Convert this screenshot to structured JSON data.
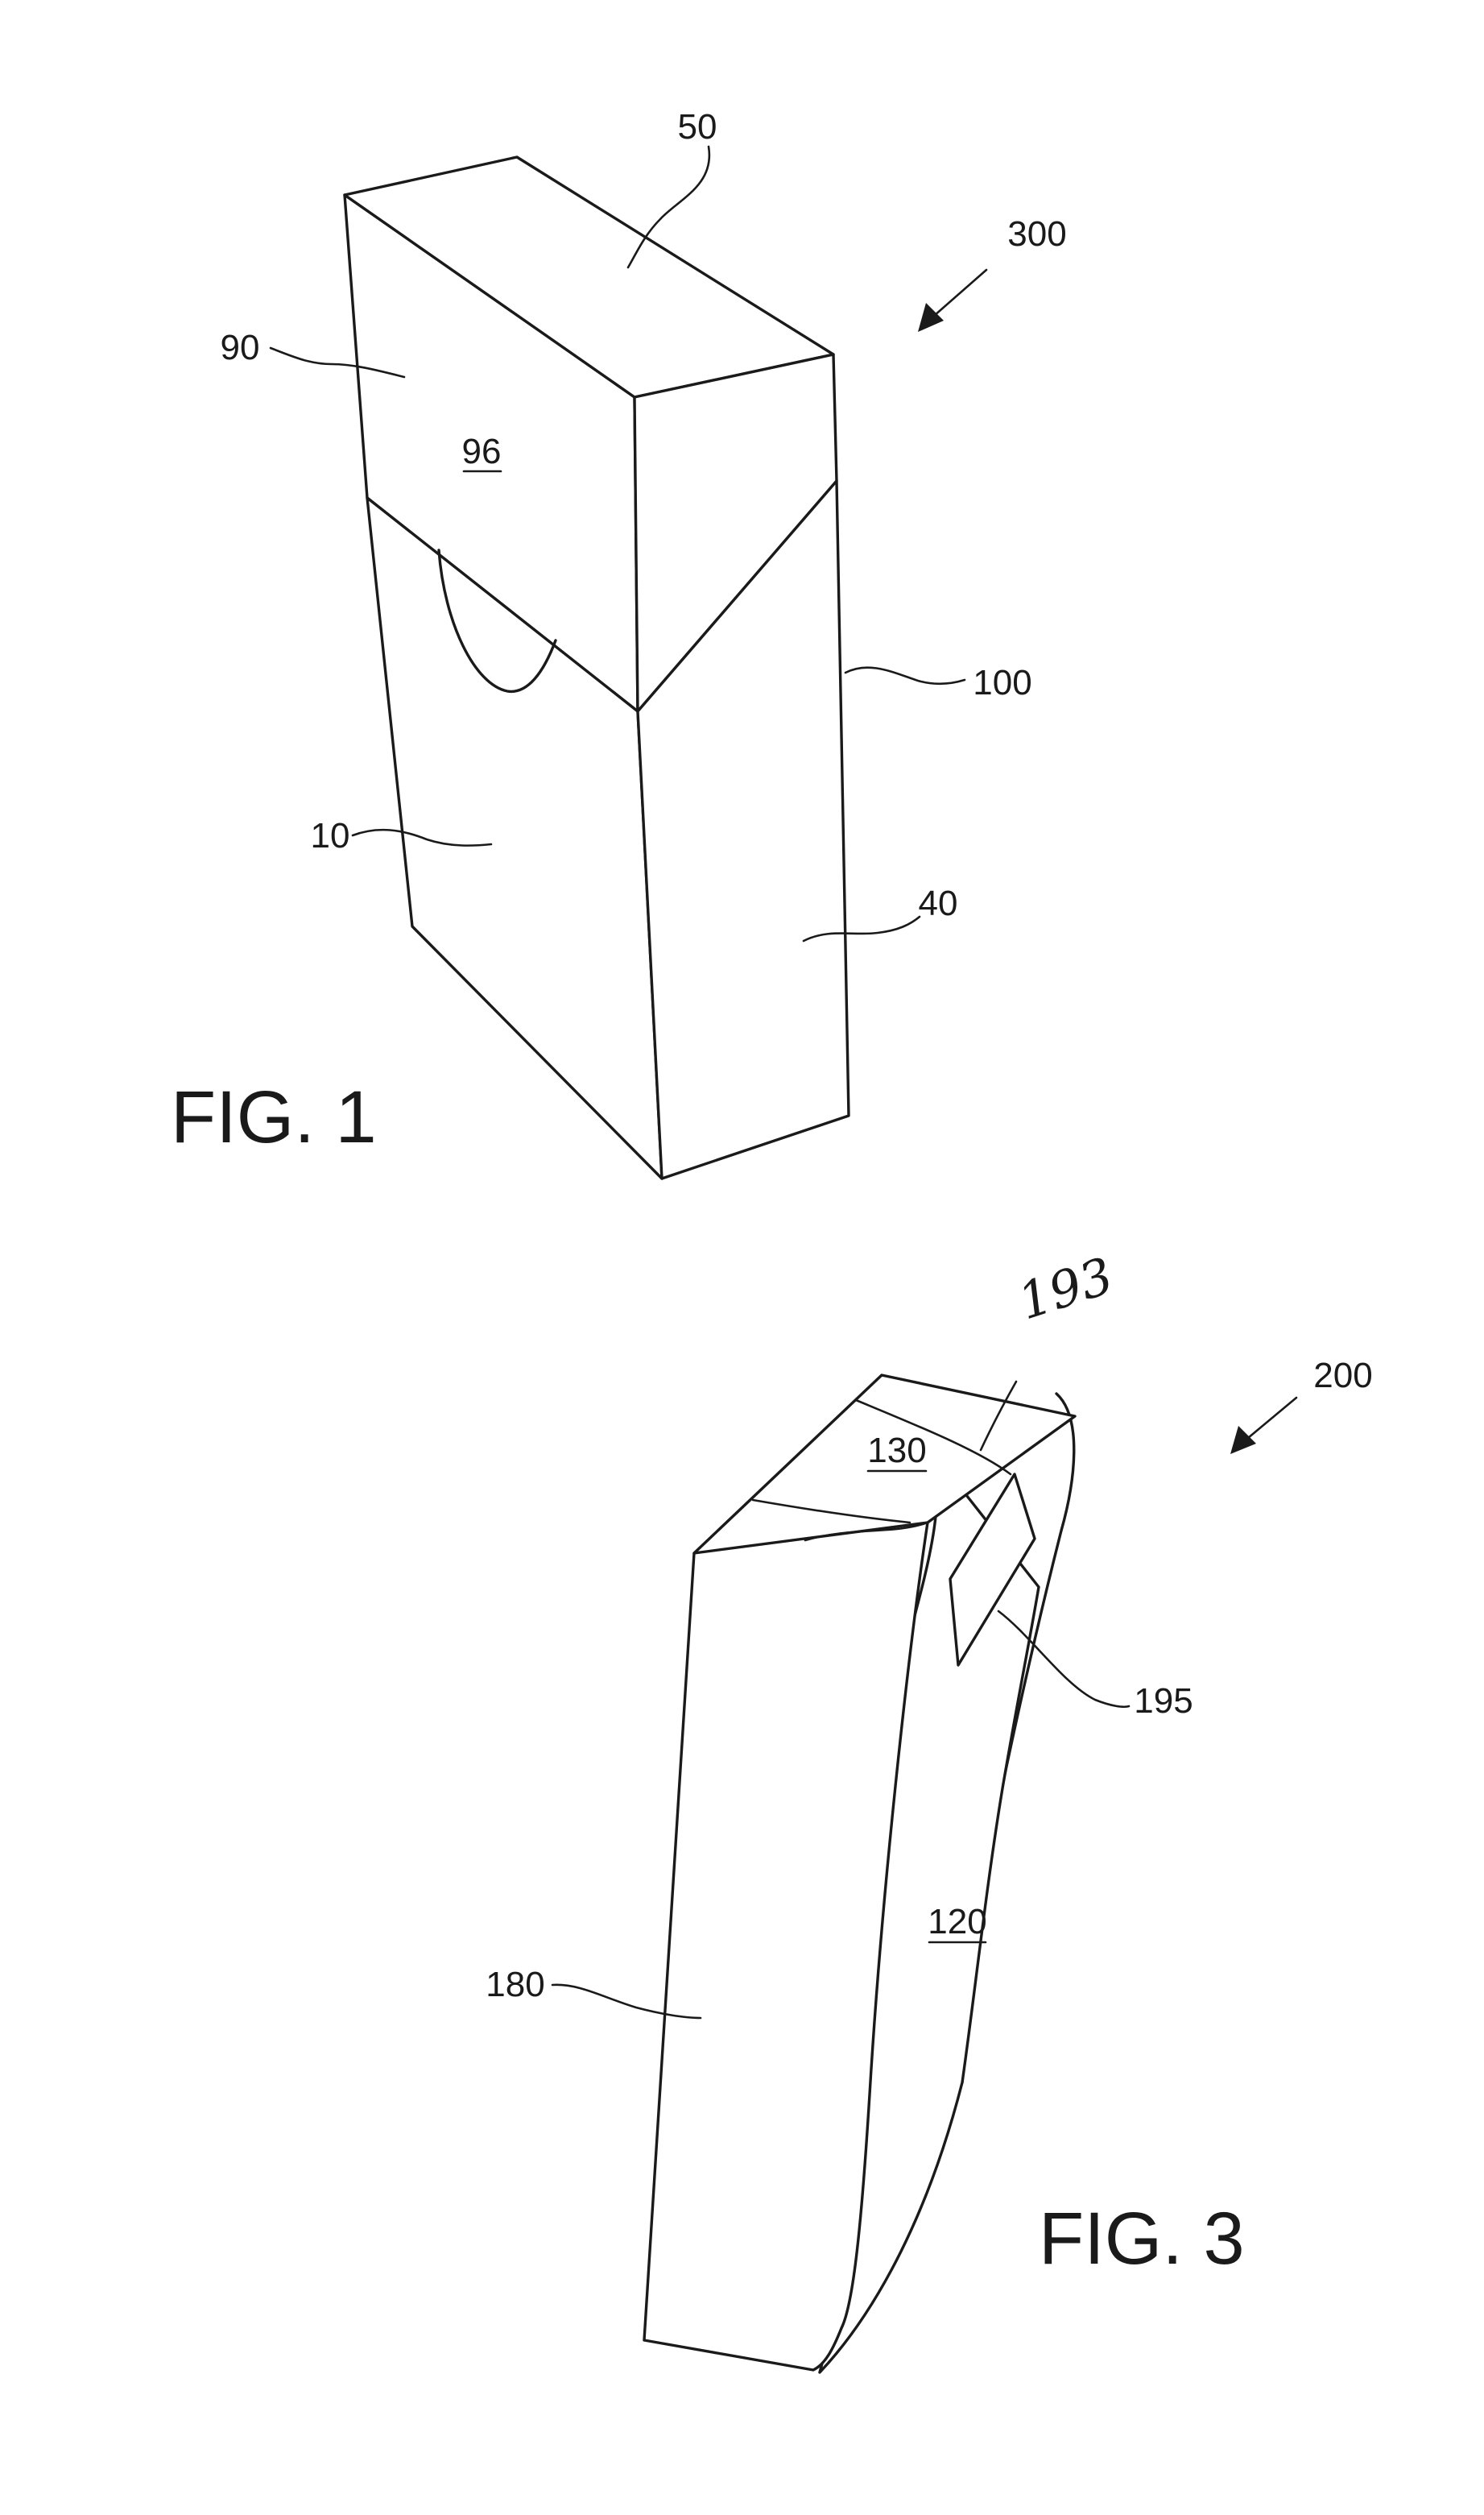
{
  "figure_1": {
    "caption": "FIG. 1",
    "labels": {
      "assembly": "300",
      "top_face": "50",
      "lid": "90",
      "lid_front": "96",
      "outer_box": "100",
      "front_face": "10",
      "side_face": "40"
    }
  },
  "figure_3": {
    "caption": "FIG. 3",
    "labels": {
      "assembly": "200",
      "seal_line": "193",
      "top_panel": "130",
      "tab": "195",
      "side_panel": "120",
      "front_panel": "180"
    }
  },
  "colors": {
    "ink": "#1a1a1a",
    "paper": "#ffffff"
  }
}
